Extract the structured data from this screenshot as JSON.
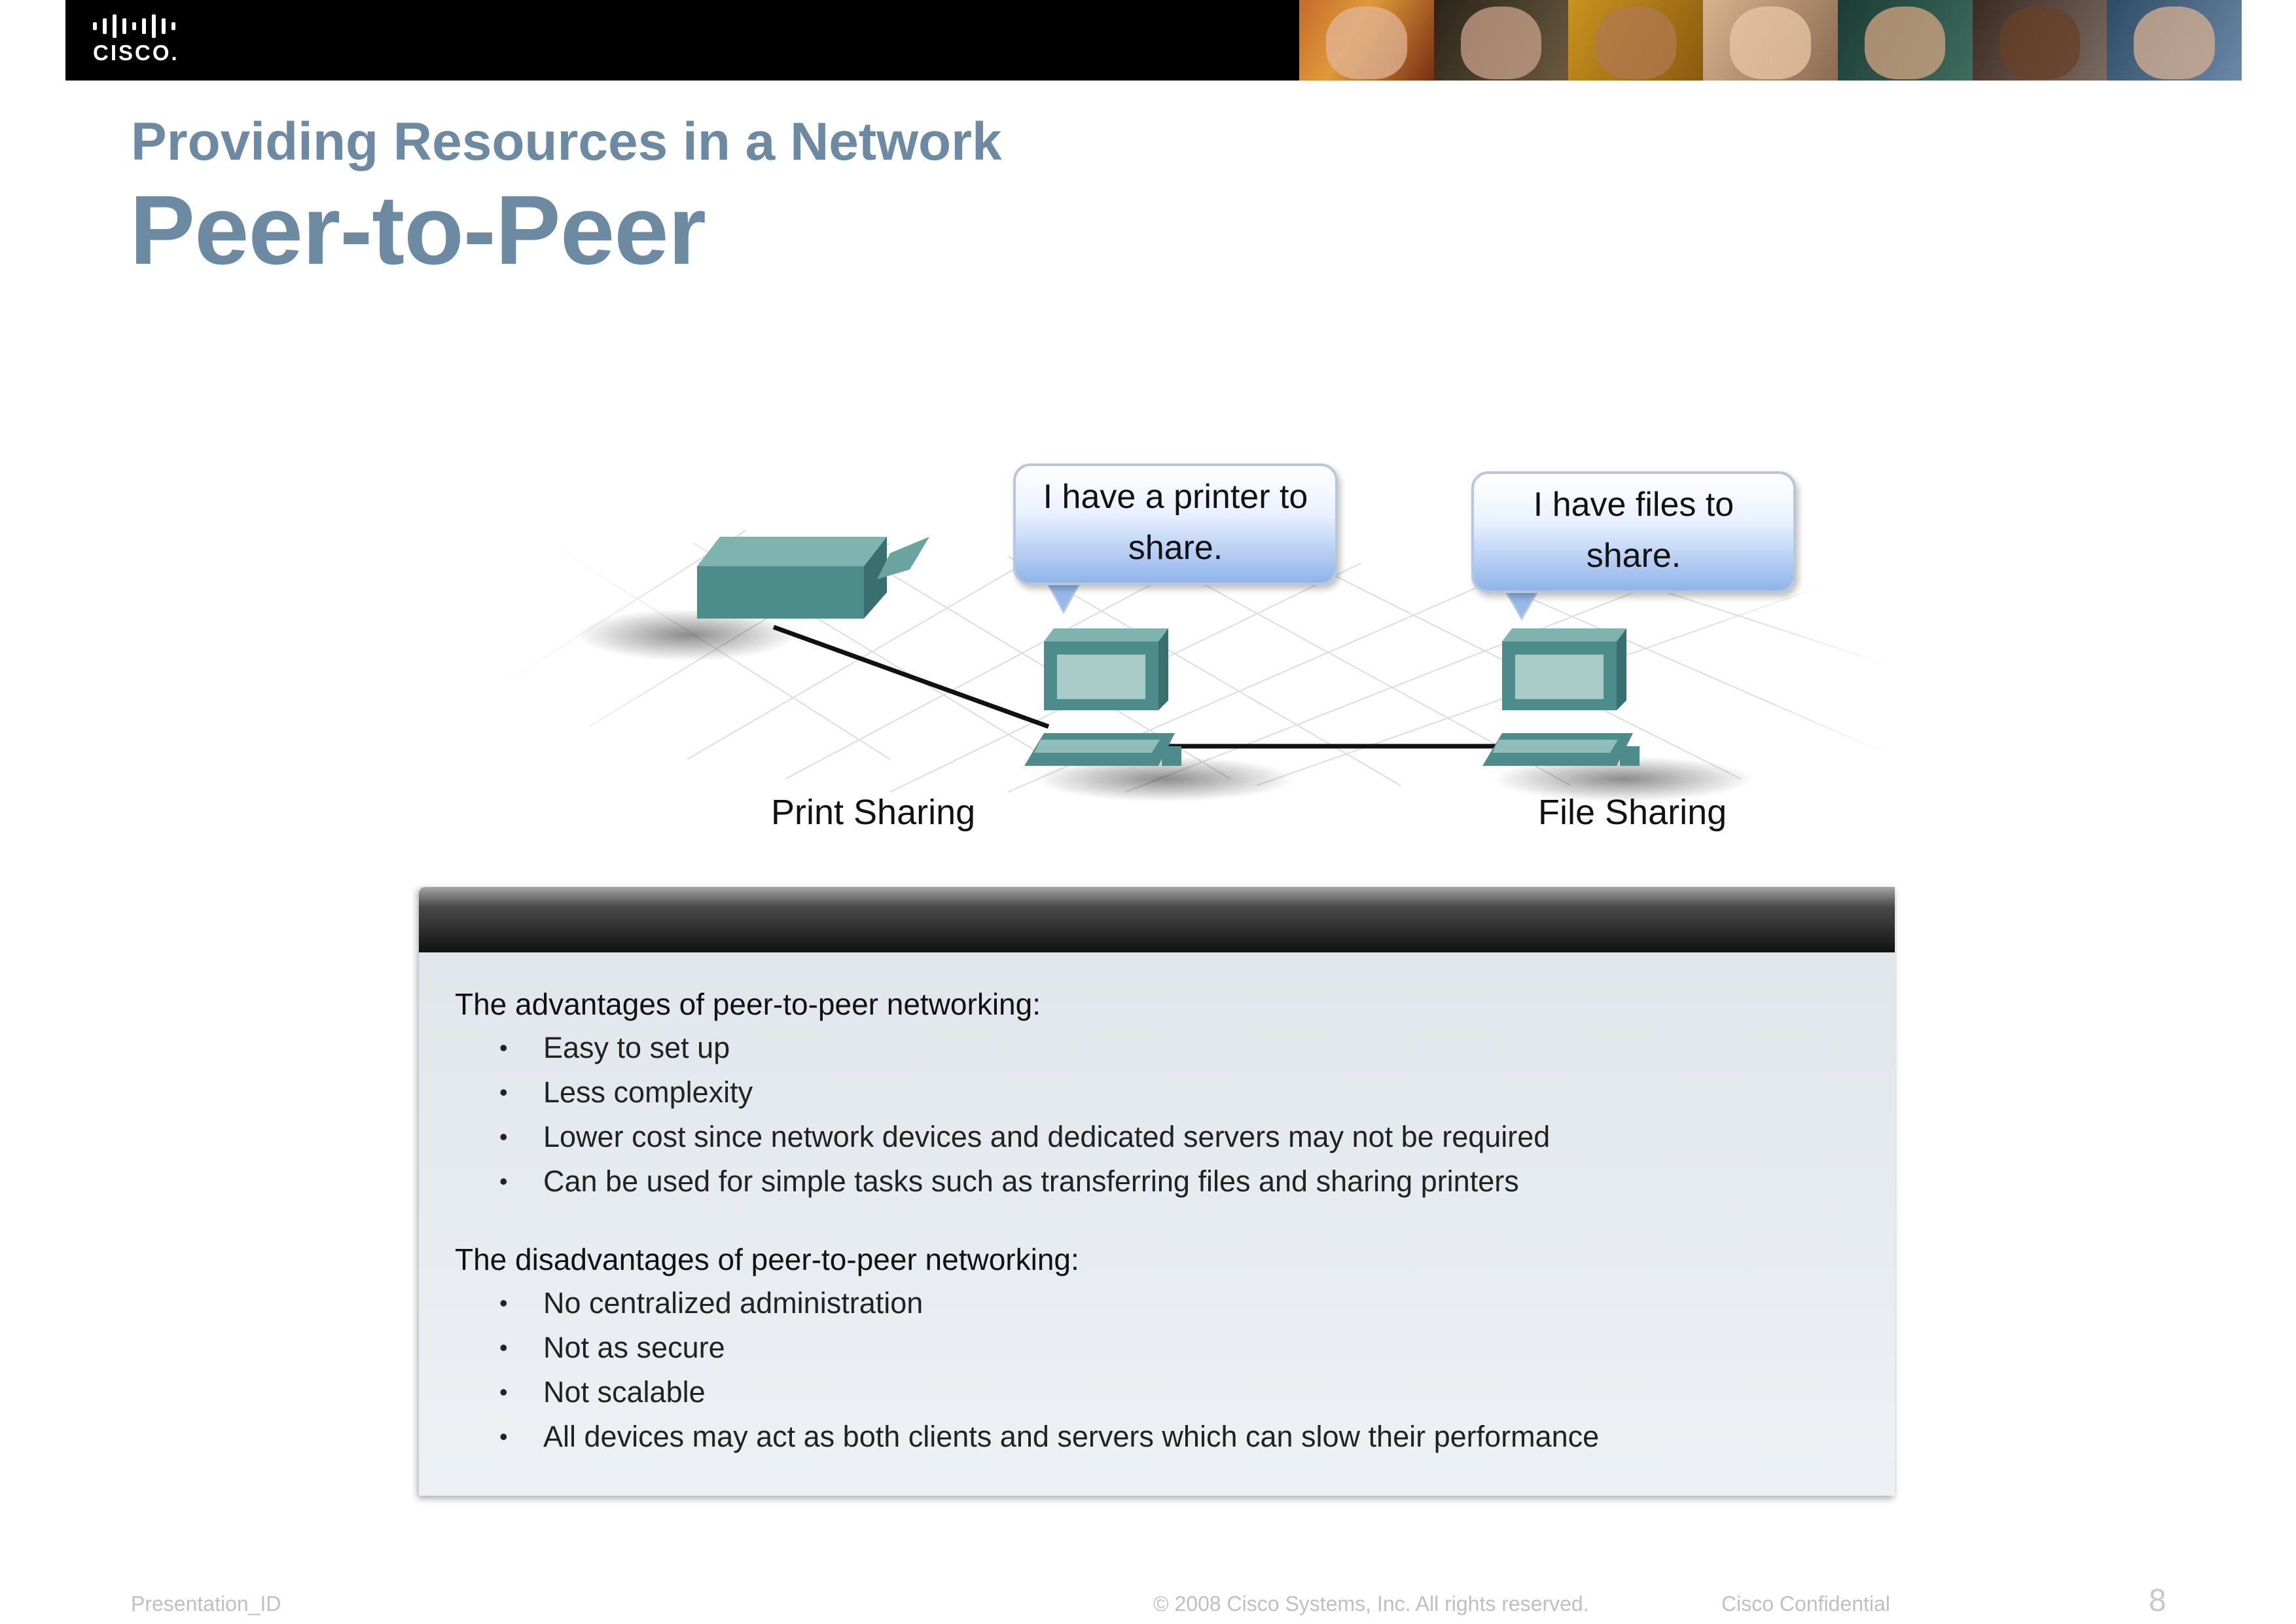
{
  "header": {
    "logo_text": "CISCO.",
    "photo_strip": "photo-strip"
  },
  "slide": {
    "subtitle": "Providing Resources in a Network",
    "title": "Peer-to-Peer"
  },
  "diagram": {
    "bubble_printer": [
      "I have a printer to",
      "share."
    ],
    "bubble_files": [
      "I have files to",
      "share."
    ],
    "label_print": "Print Sharing",
    "label_file": "File Sharing",
    "device_color": "#4e8c8c"
  },
  "panel": {
    "advantages_title": "The advantages of peer-to-peer networking:",
    "advantages": [
      "Easy to set up",
      "Less complexity",
      "Lower cost since network devices and dedicated servers may not be required",
      "Can be used for simple tasks such as transferring files and sharing printers"
    ],
    "disadvantages_title": "The disadvantages of peer-to-peer networking:",
    "disadvantages": [
      "No centralized administration",
      "Not as secure",
      "Not scalable",
      "All devices may act as both clients and servers which can slow their performance"
    ],
    "bullet": "•"
  },
  "footer": {
    "presentation_id": "Presentation_ID",
    "copyright": "© 2008 Cisco Systems, Inc. All rights reserved.",
    "confidential": "Cisco Confidential",
    "page_number": "8"
  }
}
